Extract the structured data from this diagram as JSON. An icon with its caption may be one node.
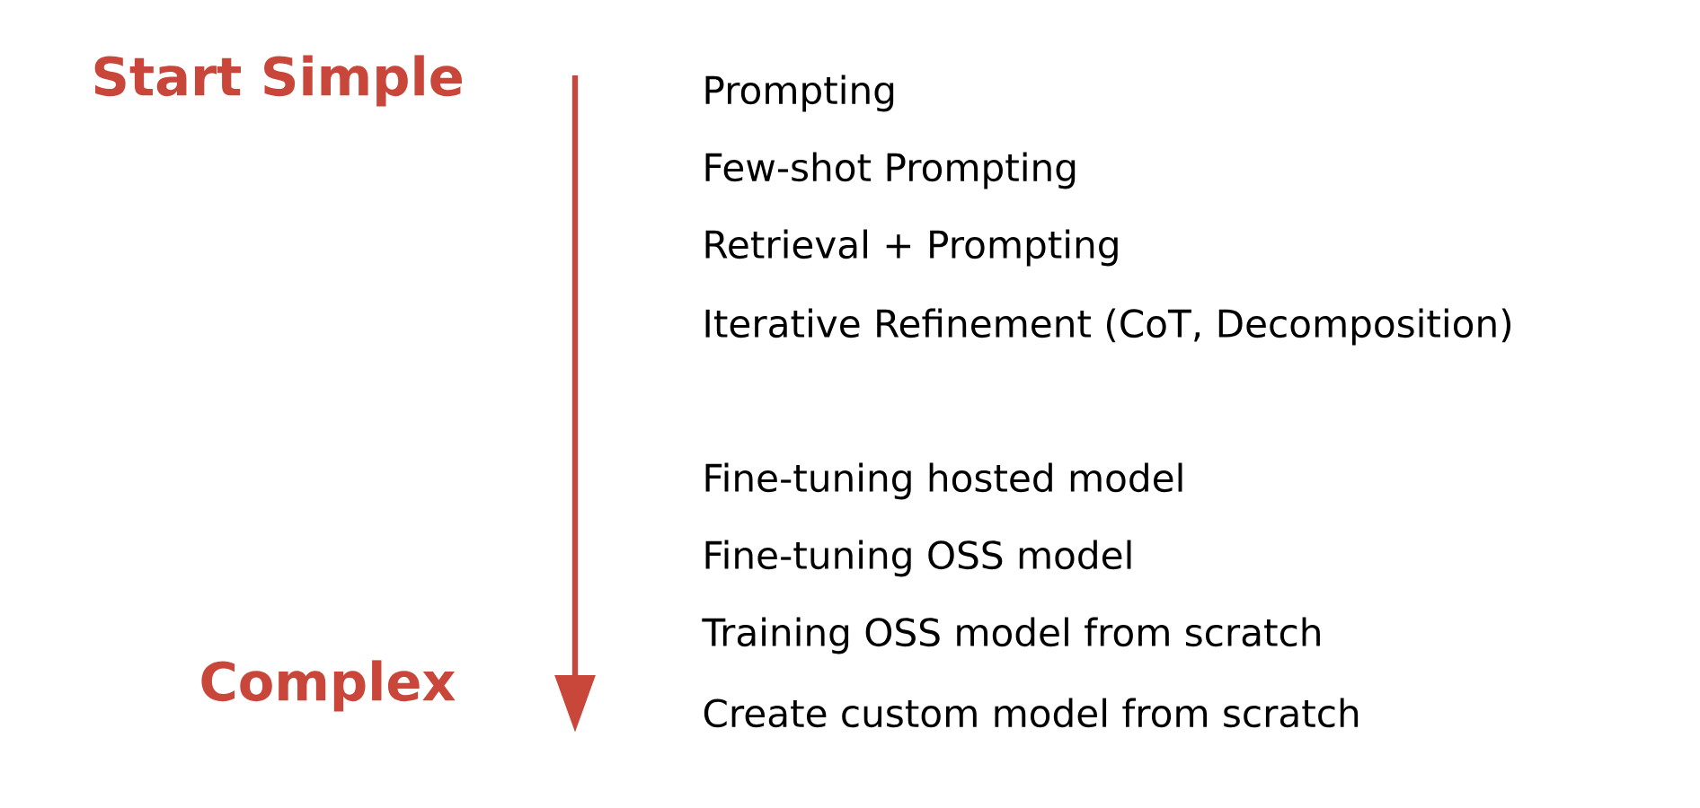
{
  "diagram": {
    "labels": [
      "Start Simple",
      "Prompting",
      "Few-shot Prompting",
      "Retrieval + Prompting",
      "Iterative Refinement (CoT, Decomposition)",
      "Fine-tuning hosted model",
      "Fine-tuning OSS model",
      "Training OSS model from scratch",
      "Complex",
      "Create custom model from scratch"
    ]
  }
}
